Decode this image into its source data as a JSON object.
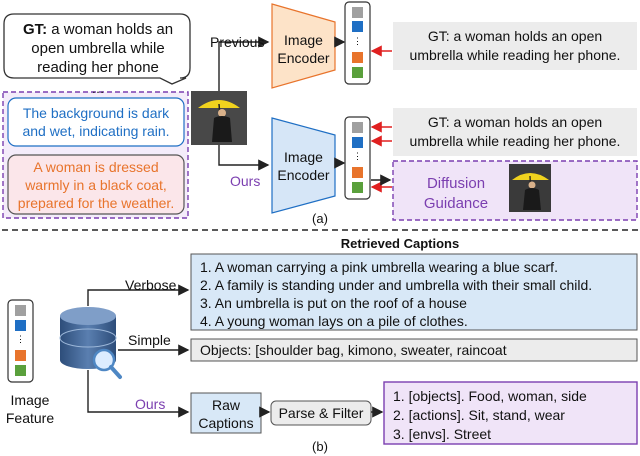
{
  "panel_a": {
    "gt_bubble": {
      "prefix": "GT:",
      "line1": "a woman holds an",
      "line2": "open umbrella while",
      "line3": "reading her phone"
    },
    "ellipsis": "…",
    "blue_caption": {
      "line1": "The background is dark",
      "line2": "and wet, indicating rain."
    },
    "orange_caption": {
      "line1": "A woman is dressed",
      "line2": "warmly in a black coat,",
      "line3": "prepared for the weather."
    },
    "previous_label": "Previous",
    "ours_label": "Ours",
    "encoder_top": {
      "line1": "Image",
      "line2": "Encoder"
    },
    "encoder_bottom": {
      "line1": "Image",
      "line2": "Encoder"
    },
    "gt_out_top": {
      "line1": "GT: a woman holds an open",
      "line2": "umbrella while reading her phone."
    },
    "gt_out_bottom": {
      "line1": "GT: a woman holds an open",
      "line2": "umbrella while reading her phone."
    },
    "diffusion": {
      "line1": "Diffusion",
      "line2": "Guidance"
    },
    "caption": "(a)"
  },
  "panel_b": {
    "title": "Retrieved Captions",
    "image_feature": {
      "line1": "Image",
      "line2": "Feature"
    },
    "verbose_label": "Verbose",
    "simple_label": "Simple",
    "ours_label": "Ours",
    "verbose_items": [
      "1. A woman carrying a pink umbrella wearing a blue scarf.",
      "2. A family is standing under and umbrella with their small child.",
      "3. An umbrella is put on the roof of a house",
      "4. A young woman lays on a pile of clothes."
    ],
    "simple_text": "Objects: [shoulder bag, kimono, sweater, raincoat",
    "raw_captions": {
      "line1": "Raw",
      "line2": "Captions"
    },
    "parse_filter": "Parse & Filter",
    "result_items": [
      "1. [objects]. Food, woman, side",
      "2. [actions]. Sit, stand, wear",
      "3. [envs]. Street"
    ],
    "caption": "(b)"
  },
  "colors": {
    "blue": "#1f6fc4",
    "orange": "#e8742c",
    "purple": "#7b3fb0",
    "green": "#5aa03c",
    "gray_slot": "#a0a0a0"
  }
}
